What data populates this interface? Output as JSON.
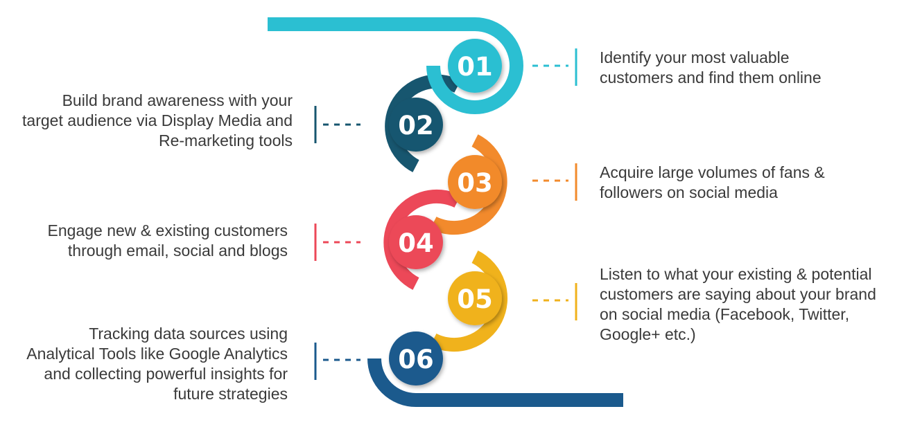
{
  "colors": {
    "teal": "#2bbfd2",
    "navy": "#17566f",
    "orange": "#f28a2c",
    "red": "#ec4858",
    "yellow": "#f0b21c",
    "blue": "#1b5a8d",
    "text": "#3a3a3a"
  },
  "steps": [
    {
      "number": "01",
      "side": "right",
      "color": "#2bbfd2",
      "lines": [
        "Identify your most valuable",
        "customers and find them online"
      ]
    },
    {
      "number": "02",
      "side": "left",
      "color": "#17566f",
      "lines": [
        "Build brand awareness with your",
        "target audience via Display Media and",
        "Re-marketing tools"
      ]
    },
    {
      "number": "03",
      "side": "right",
      "color": "#f28a2c",
      "lines": [
        "Acquire large volumes of fans &",
        "followers on social media"
      ]
    },
    {
      "number": "04",
      "side": "left",
      "color": "#ec4858",
      "lines": [
        "Engage new & existing customers",
        "through email, social and blogs"
      ]
    },
    {
      "number": "05",
      "side": "right",
      "color": "#f0b21c",
      "lines": [
        "Listen to what your existing & potential",
        "customers are saying about your brand",
        "on social media (Facebook, Twitter,",
        "Google+ etc.)"
      ]
    },
    {
      "number": "06",
      "side": "left",
      "color": "#1b5a8d",
      "lines": [
        "Tracking data sources using",
        "Analytical Tools like Google Analytics",
        "and collecting powerful insights for",
        "future strategies"
      ]
    }
  ]
}
